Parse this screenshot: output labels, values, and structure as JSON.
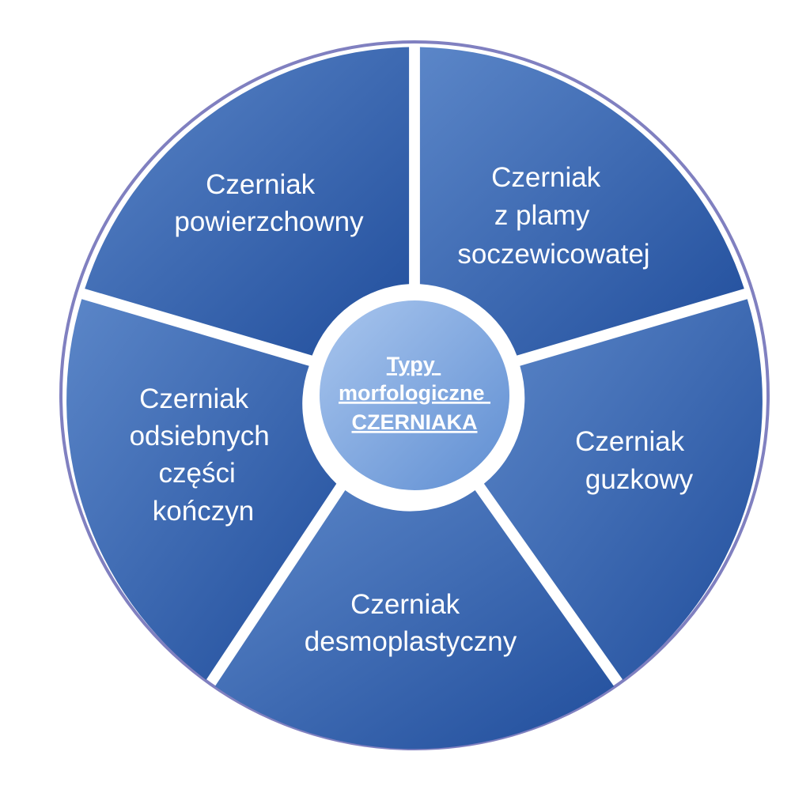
{
  "center": {
    "lines": [
      "Typy",
      "morfologiczne",
      "CZERNIAKA"
    ]
  },
  "segments": [
    {
      "id": "powierzchowny",
      "lines": [
        "Czerniak",
        "powierzchowny"
      ]
    },
    {
      "id": "plamy",
      "lines": [
        "Czerniak",
        "z plamy",
        "soczewicowatej"
      ]
    },
    {
      "id": "guzkowy",
      "lines": [
        "Czerniak",
        "guzkowy"
      ]
    },
    {
      "id": "desmoplastyczny",
      "lines": [
        "Czerniak",
        "desmoplastyczny"
      ]
    },
    {
      "id": "konczyn",
      "lines": [
        "Czerniak",
        "odsiebnych",
        "części",
        "kończyn"
      ]
    }
  ],
  "colors": {
    "outer_ring": "#8080c0",
    "segment_light": "#5b86c8",
    "segment_dark": "#214e9c",
    "center_light": "#a9c6ee",
    "center_dark": "#5f8ed2",
    "divider": "#ffffff",
    "text": "#ffffff"
  }
}
